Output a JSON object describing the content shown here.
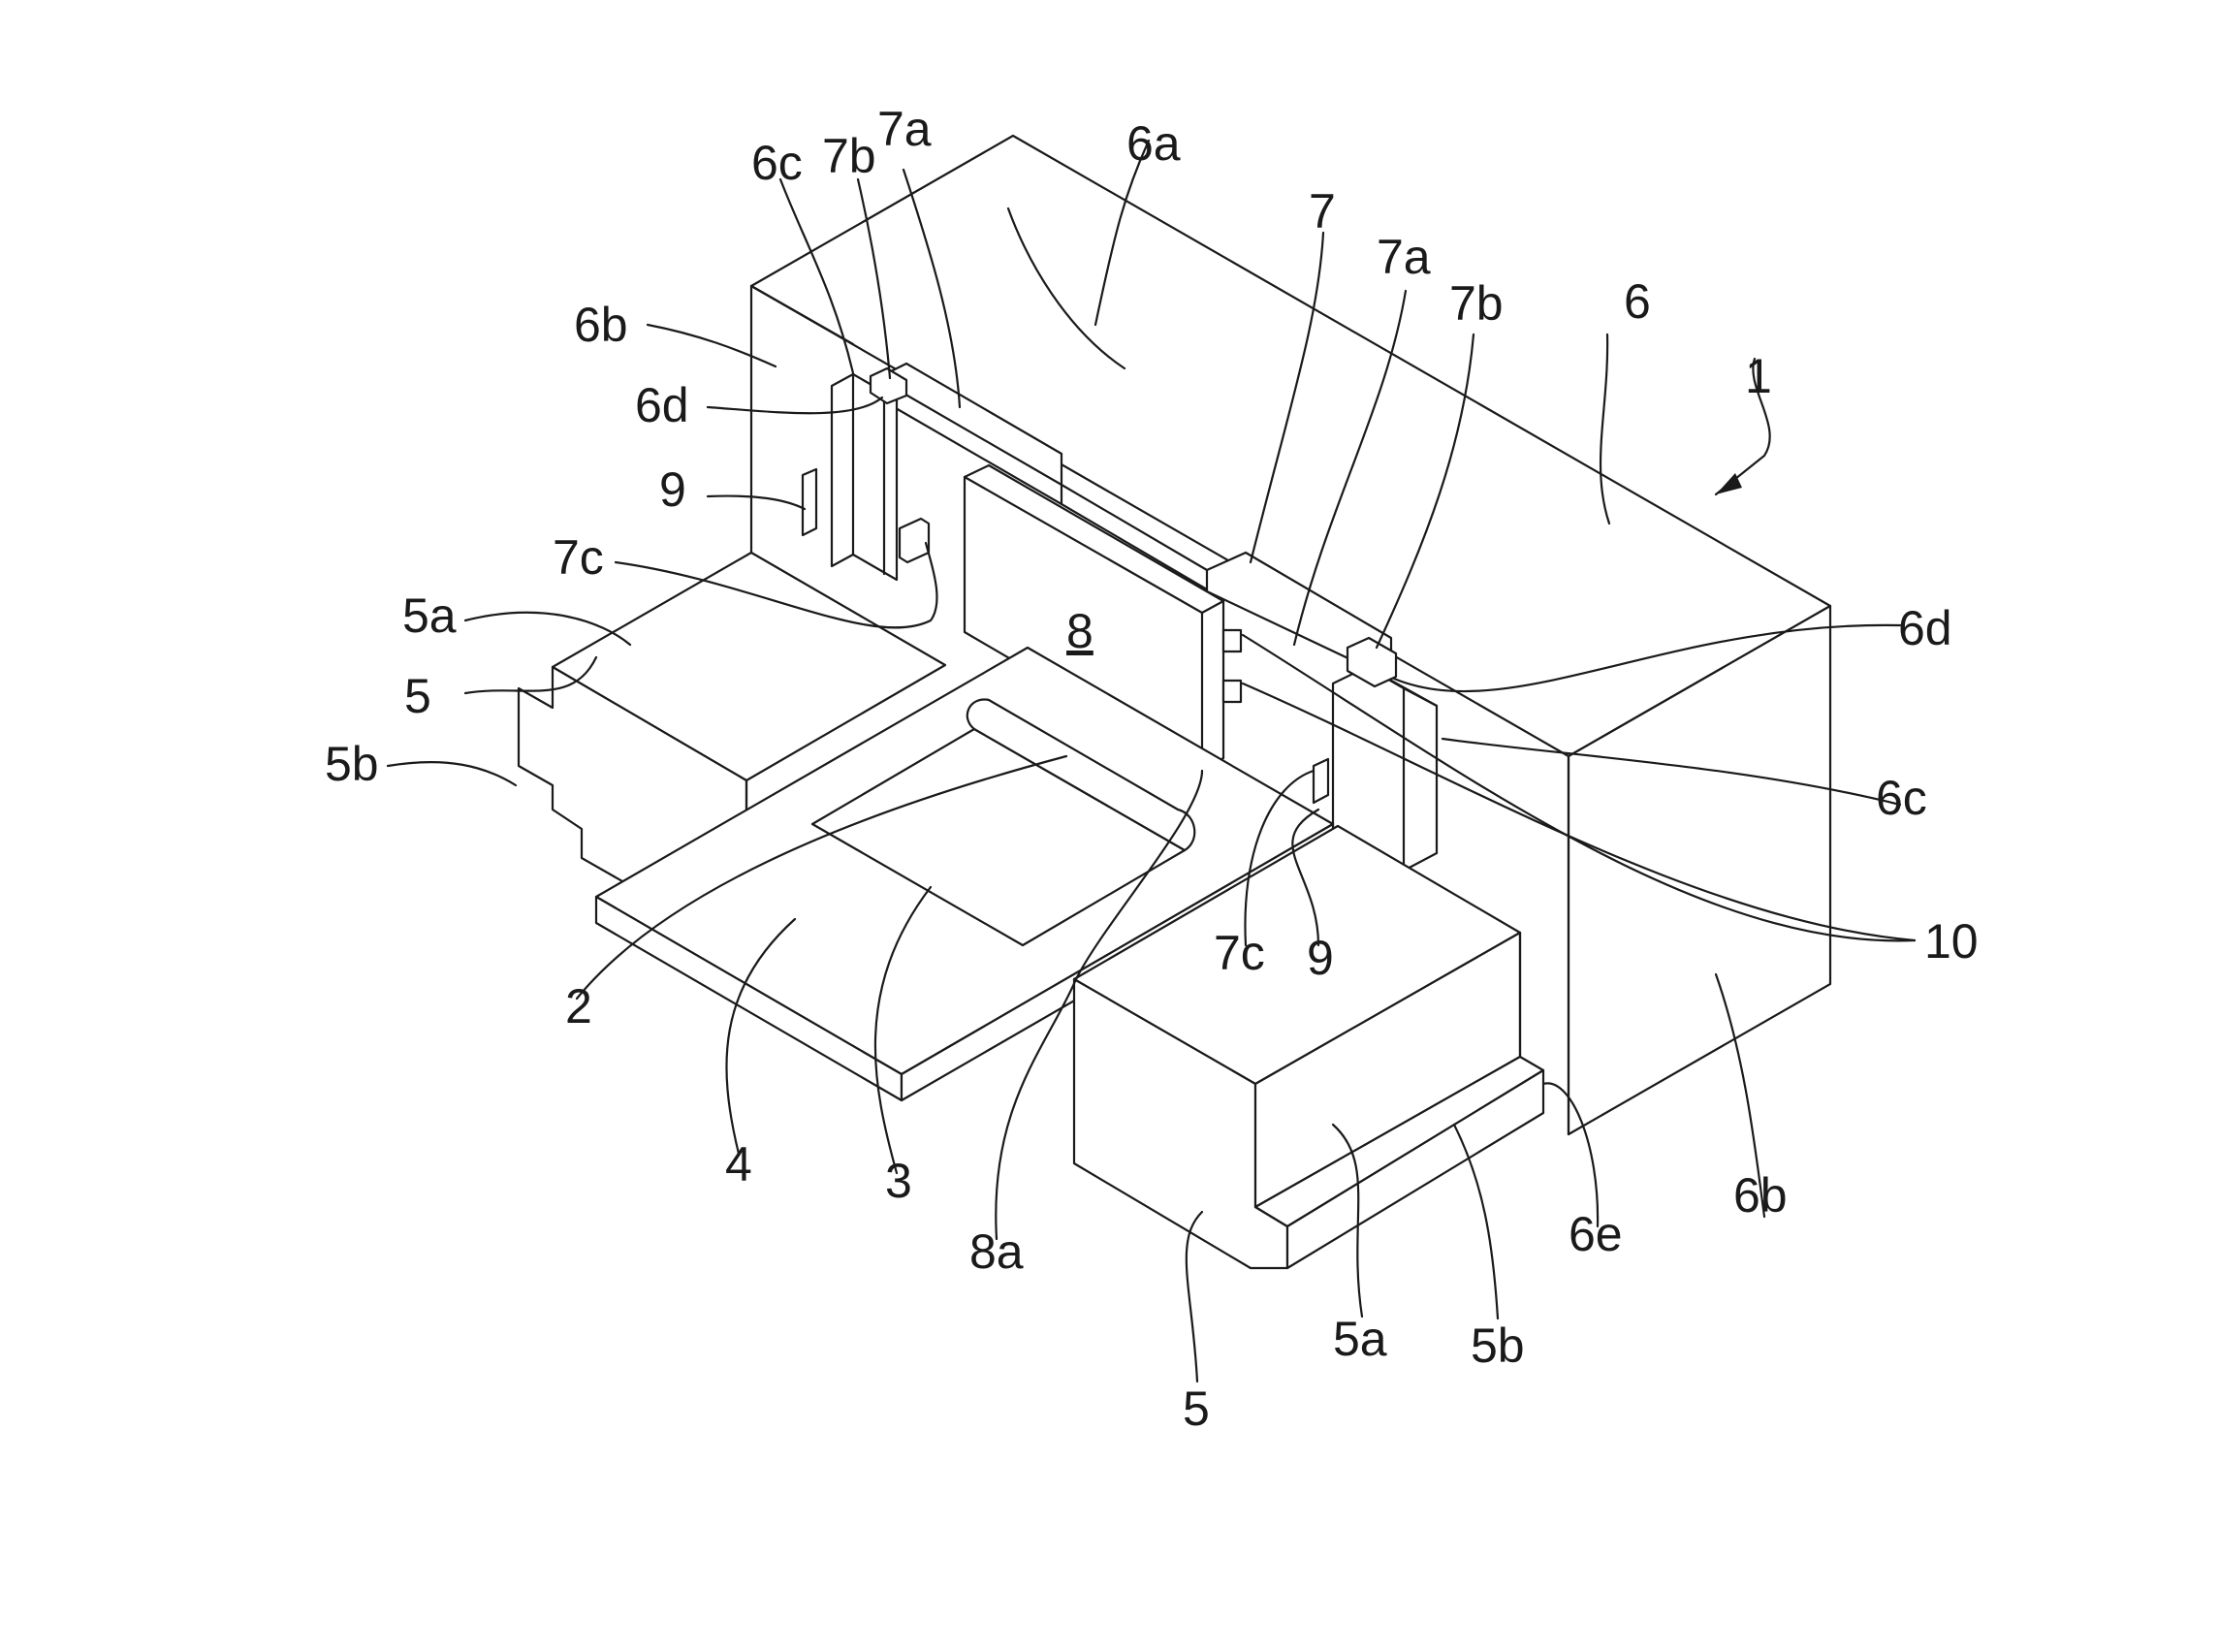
{
  "labels": {
    "l_1": "1",
    "l_2": "2",
    "l_3": "3",
    "l_4": "4",
    "l_5_left": "5",
    "l_5_bottom": "5",
    "l_5a_left": "5a",
    "l_5a_bottom": "5a",
    "l_5b_left": "5b",
    "l_5b_bottom": "5b",
    "l_6": "6",
    "l_6a": "6a",
    "l_6b_left": "6b",
    "l_6b_right": "6b",
    "l_6c_left": "6c",
    "l_6c_right": "6c",
    "l_6d_left": "6d",
    "l_6d_right": "6d",
    "l_6e": "6e",
    "l_7": "7",
    "l_7a_left": "7a",
    "l_7a_right": "7a",
    "l_7b_left": "7b",
    "l_7b_right": "7b",
    "l_7c_left": "7c",
    "l_7c_right": "7c",
    "l_8": "8",
    "l_8a": "8a",
    "l_9_left": "9",
    "l_9_right": "9",
    "l_10": "10"
  },
  "colors": {
    "line": "#1a1a1a",
    "background": "#ffffff"
  }
}
